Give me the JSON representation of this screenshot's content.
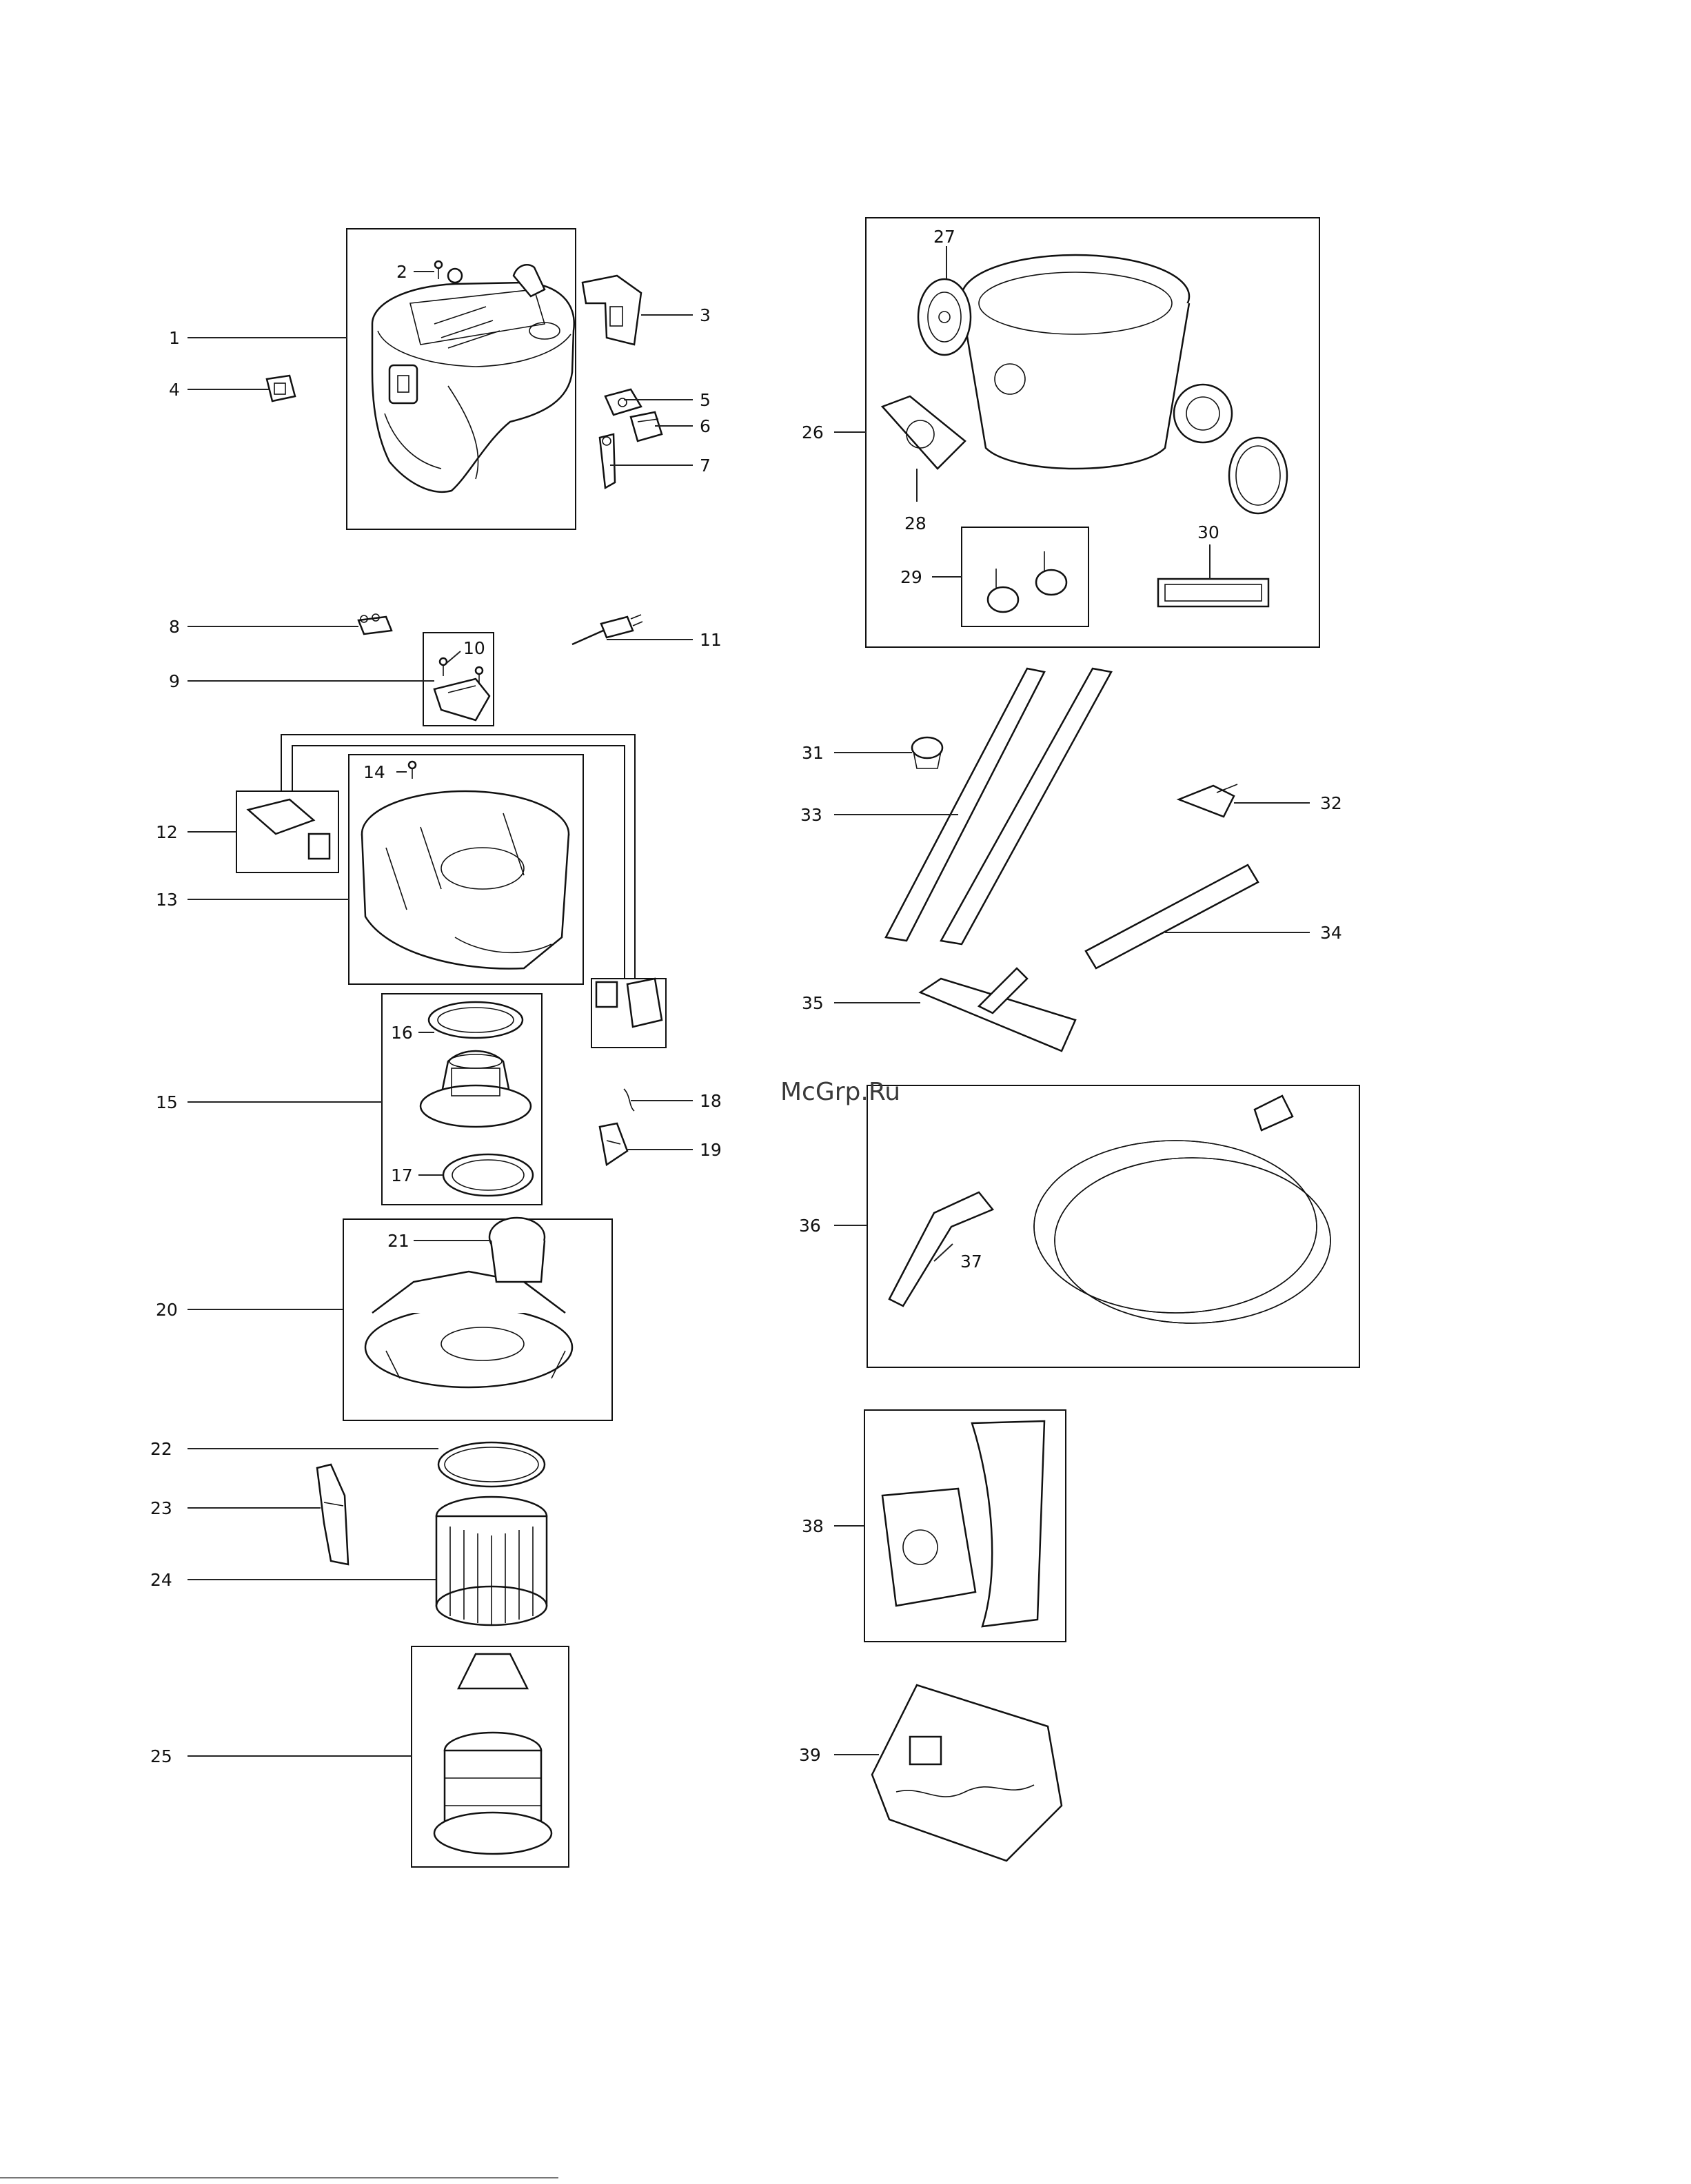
{
  "diagram": {
    "watermark": "McGrp.Ru",
    "callouts": [
      "1",
      "2",
      "3",
      "4",
      "5",
      "6",
      "7",
      "8",
      "9",
      "10",
      "11",
      "12",
      "13",
      "14",
      "15",
      "16",
      "17",
      "18",
      "19",
      "20",
      "21",
      "22",
      "23",
      "24",
      "25",
      "26",
      "27",
      "28",
      "29",
      "30",
      "31",
      "32",
      "33",
      "34",
      "35",
      "36",
      "37",
      "38",
      "39"
    ]
  }
}
